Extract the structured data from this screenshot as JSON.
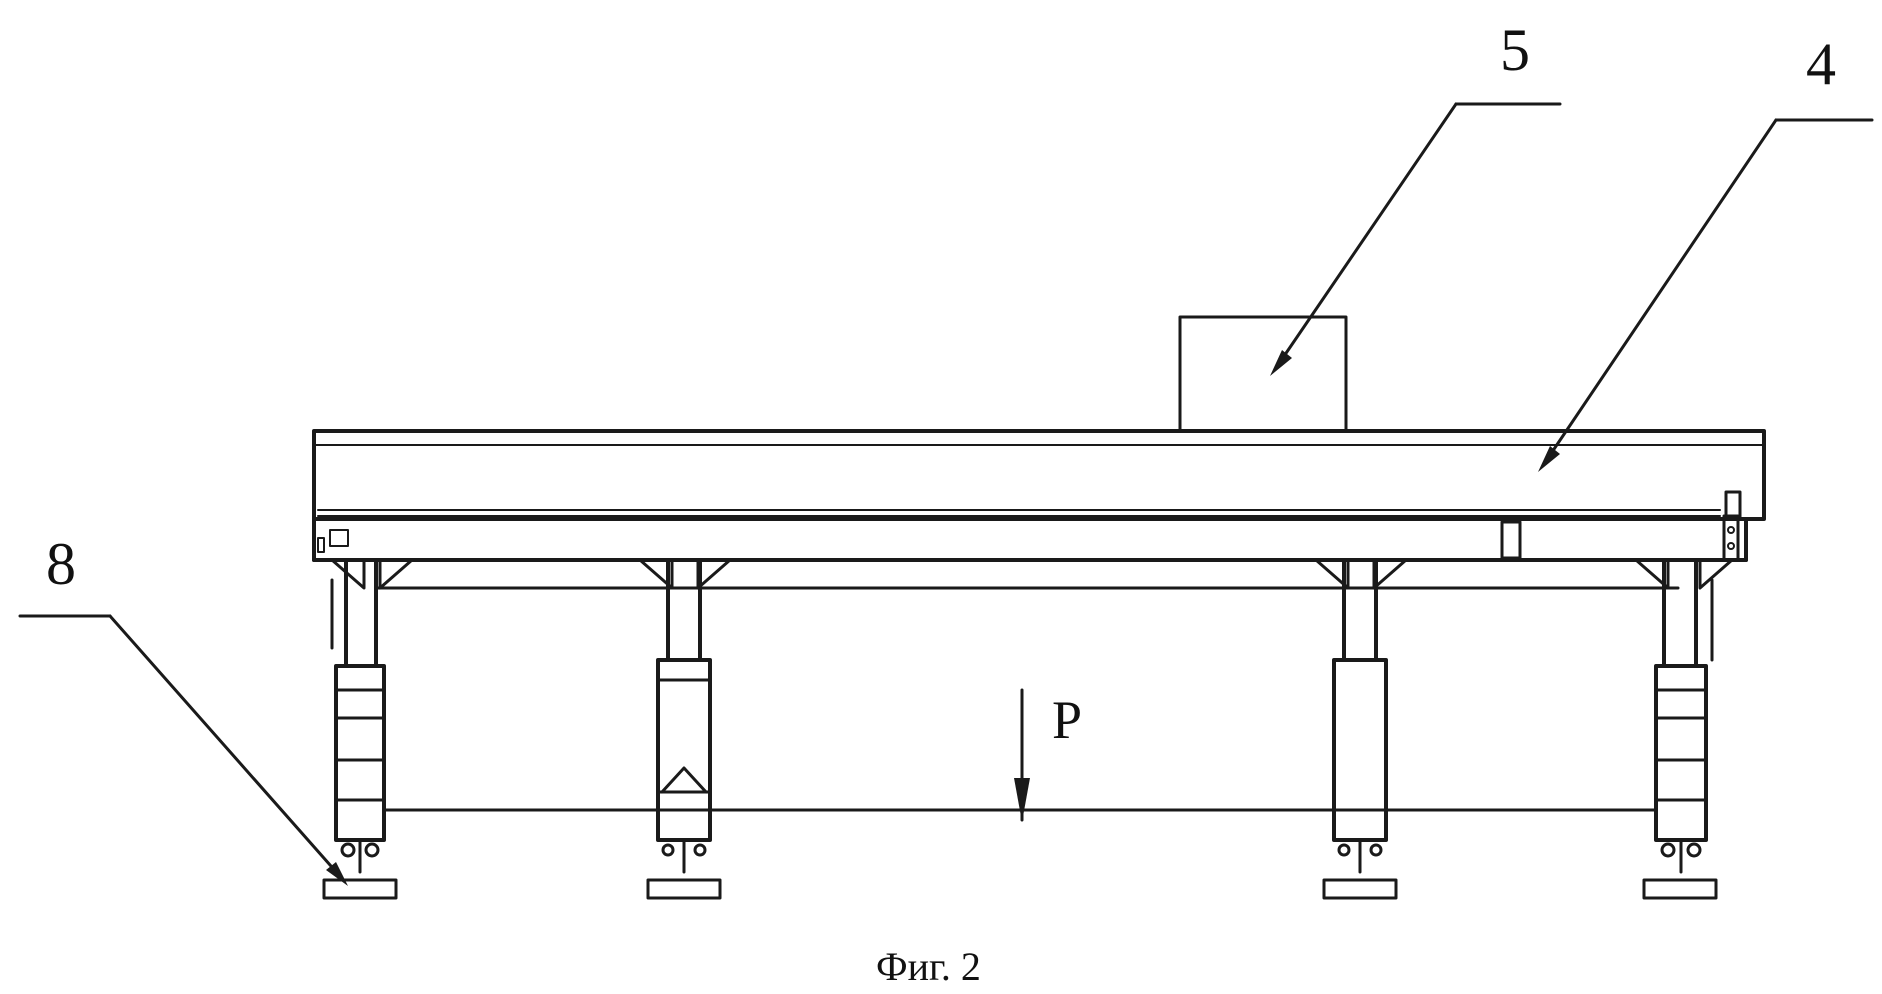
{
  "figure": {
    "caption": "Фиг. 2",
    "callouts": [
      {
        "id": "5",
        "text": "5"
      },
      {
        "id": "4",
        "text": "4"
      },
      {
        "id": "8",
        "text": "8"
      }
    ],
    "force_label": "P"
  },
  "colors": {
    "ink": "#1a1a1a",
    "paper": "#ffffff"
  }
}
